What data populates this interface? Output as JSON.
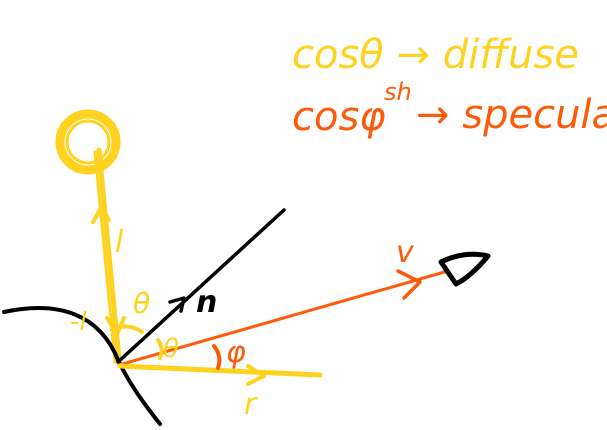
{
  "colors": {
    "light": "#ffd21f",
    "view": "#ff5a0a",
    "surface": "#000000",
    "background": "#ffffff"
  },
  "legend": {
    "diffuse_line": "cosθ → diffuse",
    "specular_line": "cosφ",
    "specular_superscript": "sh",
    "specular_rest": "→ specular"
  },
  "labels": {
    "light_dir": "l",
    "neg_light_dir": "-l",
    "theta_top": "θ",
    "theta_bottom": "θ",
    "phi": "φ",
    "normal": "n",
    "view_dir": "v",
    "reflect_dir": "r"
  },
  "icons": {
    "light_source": "sun-circle-icon",
    "viewer": "eye-icon"
  }
}
